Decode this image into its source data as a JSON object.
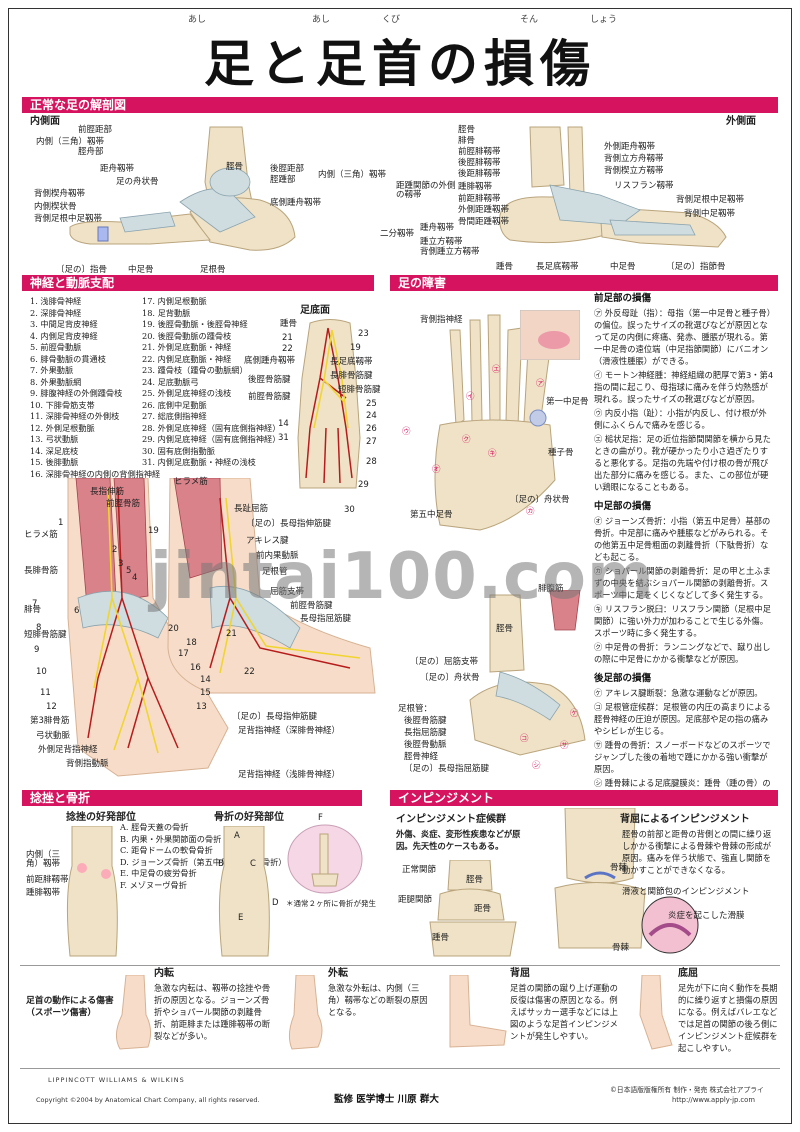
{
  "title": {
    "text": "足と足首の損傷",
    "ruby": [
      "あし",
      "あし",
      "くび",
      "そん",
      "しょう"
    ]
  },
  "section_anatomy": {
    "heading": "正常な足の解剖図",
    "medial": {
      "label": "内側面",
      "labels": [
        "前脛距部",
        "内側（三角）靱帯",
        "脛舟部",
        "距舟靱帯",
        "足の舟状骨",
        "背側楔舟靱帯",
        "内側楔状骨",
        "背側足根中足靱帯",
        "後脛距部",
        "脛踵部",
        "内側（三角）靱帯",
        "底側踵舟靱帯",
        "脛骨"
      ],
      "bottom": [
        "〔足の〕指骨",
        "中足骨",
        "足根骨"
      ]
    },
    "lateral": {
      "label": "外側面",
      "labels": [
        "脛骨",
        "腓骨",
        "前脛腓靱帯",
        "後脛腓靱帯",
        "後距腓靱帯",
        "踵腓靱帯",
        "前距腓靱帯",
        "距踵関節の外側の靱帯",
        "外側距踵靱帯",
        "骨間距踵靱帯",
        "二分靱帯",
        "踵舟靱帯",
        "踵立方靱帯",
        "背側踵立方靱帯",
        "外側距舟靱帯",
        "背側立方舟靱帯",
        "背側楔立方靱帯",
        "リスフラン靱帯",
        "背側足根中足靱帯",
        "背側中足靱帯"
      ],
      "bottom": [
        "踵骨",
        "長足底靱帯",
        "中足骨",
        "〔足の〕指節骨"
      ]
    }
  },
  "section_nerves": {
    "heading": "神経と動脈支配",
    "list_left": [
      "1. 浅腓骨神経",
      "2. 深腓骨神経",
      "3. 中間足背皮神経",
      "4. 内側足背皮神経",
      "5. 前脛骨動脈",
      "6. 腓骨動脈の貫通枝",
      "7. 外果動脈",
      "8. 外果動脈網",
      "9. 腓腹神経の外側踵骨枝",
      "10. 下腓骨筋支帯",
      "11. 深腓骨神経の外側枝",
      "12. 外側足根動脈",
      "13. 弓状動脈",
      "14. 深足底枝",
      "15. 後腓動脈",
      "16. 深腓骨神経の内側の背側指神経"
    ],
    "list_right": [
      "17. 内側足根動脈",
      "18. 足背動脈",
      "19. 後脛骨動脈・後脛骨神経",
      "20. 後脛骨動脈の踵骨枝",
      "21. 外側足底動脈・神経",
      "22. 内側足底動脈・神経",
      "23. 踵骨枝（踵骨の動脈網）",
      "24. 足底動脈弓",
      "25. 外側足底神経の浅枝",
      "26. 底側中足動脈",
      "27. 総底側指神経",
      "28. 外側足底神経（固有底側指神経）",
      "29. 内側足底神経（固有底側指神経）",
      "30. 固有底側指動脈",
      "31. 内側足底動脈・神経の浅枝"
    ],
    "sole_label": "足底面",
    "sole_labels": [
      "踵骨",
      "底側踵舟靱帯",
      "後脛骨筋腱",
      "前脛骨筋腱",
      "長足底靱帯",
      "長腓骨筋腱",
      "短腓骨筋腱"
    ],
    "sole_numbers": [
      "23",
      "21",
      "22",
      "19",
      "25",
      "24",
      "26",
      "27",
      "28",
      "29",
      "14",
      "31",
      "30"
    ],
    "dorsal_labels": [
      "長指伸筋",
      "前脛骨筋",
      "ヒラメ筋",
      "長腓骨筋",
      "腓骨",
      "短腓骨筋腱",
      "第3腓骨筋",
      "弓状動脈",
      "外側足背指神経",
      "背側指動脈",
      "ヒラメ筋",
      "長趾屈筋",
      "〔足の〕長母指伸筋腱",
      "アキレス腱",
      "前内果動脈",
      "足根管",
      "屈筋支帯",
      "前脛骨筋腱",
      "長母指屈筋腱",
      "〔足の〕長母指伸筋腱",
      "足背指神経（深腓骨神経）",
      "足背指神経（浅腓骨神経）"
    ],
    "dorsal_numbers": [
      "1",
      "2",
      "3",
      "4",
      "5",
      "6",
      "7",
      "8",
      "9",
      "10",
      "11",
      "12",
      "13",
      "14",
      "15",
      "16",
      "17",
      "18",
      "19",
      "20",
      "21",
      "22"
    ]
  },
  "section_disorders": {
    "heading": "足の障害",
    "forefoot_title": "前足部の損傷",
    "forefoot_items": [
      "㋐ 外反母趾（指）：母指（第一中足骨と種子骨）の偏位。誤ったサイズの靴選びなどが原因となって足の内側に疼痛、発赤、腫脹が現れる。第一中足骨の遠位端（中足指節関節）にバニオン（滑液性腫脹）ができる。",
      "㋑ モートン神経腫：神経組織の肥厚で第3・第4指の間に起こり、母指球に痛みを伴う灼熱感が現れる。誤ったサイズの靴選びなどが原因。",
      "㋒ 内反小指（趾）：小指が内反し、付け根が外側にふくらんで痛みを感じる。",
      "㋓ 槌状足指：足の近位指節間関節を横から見たときの曲がり。靴が硬かったり小さ過ぎたりすると悪化する。足指の先端や付け根の骨が飛び出た部分に痛みを感じる。また、この部位が硬い鶏眼になることもある。"
    ],
    "midfoot_title": "中足部の損傷",
    "midfoot_items": [
      "㋔ ジョーンズ骨折：小指（第五中足骨）基部の骨折。中足部に痛みや腫脹などがみられる。その他第五中足骨粗面の剥離骨折（下駄骨折）なども起こる。",
      "㋕ ショパール関節の剥離骨折：足の甲と土ふまずの中央を結ぶショパール関節の剥離骨折。スポーツ中に足をくじくなどして多く発生する。",
      "㋖ リスフラン脱臼：リスフラン関節（足根中足関節）に強い外力が加わることで生じる外傷。スポーツ時に多く発生する。",
      "㋗ 中足骨の骨折：ランニングなどで、蹴り出しの際に中足骨にかかる衝撃などが原因。"
    ],
    "hindfoot_title": "後足部の損傷",
    "hindfoot_items": [
      "㋘ アキレス腱断裂：急激な運動などが原因。",
      "㋙ 足根管症候群：足根管の内圧の高まりによる脛骨神経の圧迫が原因。足底部や足の指の痛みやシビレが生じる。",
      "㋚ 踵骨の骨折：スノーボードなどのスポーツでジャンプした後の着地で踵にかかる強い衝撃が原因。",
      "㋛ 踵骨棘による足底腱膜炎：踵骨（踵の骨）の棘状の突起が原因。"
    ],
    "forefoot_labels": [
      "背側指神経",
      "第一中足骨",
      "種子骨",
      "〔足の〕舟状骨",
      "第五中足骨"
    ],
    "forefoot_marks": [
      "㋐",
      "㋑",
      "㋒",
      "㋓",
      "㋔",
      "㋕",
      "㋖",
      "㋗"
    ],
    "ankle_labels": [
      "腓腹筋",
      "脛骨",
      "〔足の〕屈筋支帯",
      "〔足の〕舟状骨",
      "足根管：",
      "後脛骨筋腱",
      "長指屈筋腱",
      "後脛骨動脈",
      "脛骨神経",
      "〔足の〕長母指屈筋腱"
    ],
    "ankle_marks": [
      "㋘",
      "㋙",
      "㋚",
      "㋛"
    ]
  },
  "section_sprain": {
    "heading": "捻挫と骨折",
    "sprain_title": "捻挫の好発部位",
    "fracture_title": "骨折の好発部位",
    "sites": [
      "A. 脛骨天蓋の骨折",
      "B. 内果・外果関節面の骨折",
      "C. 距骨ドームの軟骨骨折",
      "D. ジョーンズ骨折（第五中足骨の基部骨折）",
      "E. 中足骨の疲労骨折",
      "F. メゾヌーヴ骨折"
    ],
    "sprain_labels": [
      "内側（三角）靱帯",
      "前距腓靱帯",
      "踵腓靱帯"
    ],
    "fracture_marks": [
      "A",
      "B",
      "C",
      "D",
      "E",
      "F"
    ],
    "note": "＊通常２ヶ所に骨折が発生"
  },
  "section_impingement": {
    "heading": "インピンジメント",
    "anterior_title": "インピンジメント症候群",
    "anterior_text": "外傷、炎症、変形性疾患などが原因。先天性のケースもある。",
    "anterior_labels": [
      "正常関節",
      "脛骨",
      "距腿関節",
      "距骨",
      "踵骨"
    ],
    "posterior_title": "背屈によるインピンジメント",
    "posterior_text": "脛骨の前部と距骨の背側との間に繰り返しかかる衝撃による骨棘や骨棘の形成が原因。痛みを伴う状態で、強直し関節を動かすことができなくなる。",
    "posterior_labels": [
      "骨棘",
      "滑液と関節包のインピンジメント",
      "炎症を起こした滑膜",
      "骨棘"
    ]
  },
  "section_motion": {
    "label": "足首の動作による傷害（スポーツ傷害）",
    "items": [
      {
        "title": "内転",
        "text": "急激な内転は、靱帯の捻挫や骨折の原因となる。ジョーンズ骨折やショパール関節の剥離骨折、前距腓または踵腓靱帯の断裂などが多い。"
      },
      {
        "title": "外転",
        "text": "急激な外転は、内側（三角）靱帯などの断裂の原因となる。"
      },
      {
        "title": "背屈",
        "text": "足首の関節の蹴り上げ運動の反復は傷害の原因となる。例えばサッカー選手などには上図のような足首インピンジメントが発生しやすい。"
      },
      {
        "title": "底屈",
        "text": "足先が下に向く動作を長期的に繰り返すと損傷の原因になる。例えばバレエなどでは足首の関節の後ろ側にインピンジメント症候群を起こしやすい。"
      }
    ]
  },
  "footer": {
    "publisher_logo": "LIPPINCOTT WILLIAMS & WILKINS",
    "copyright": "Copyright ©2004 by Anatomical Chart Company, all rights reserved.",
    "supervisor": "監修 医学博士 川原 群大",
    "right_line1": "©日本語版版権所有 制作・発売 株式会社アプライ",
    "right_line2": "http://www.apply-jp.com"
  },
  "watermark": "jintai100.com"
}
